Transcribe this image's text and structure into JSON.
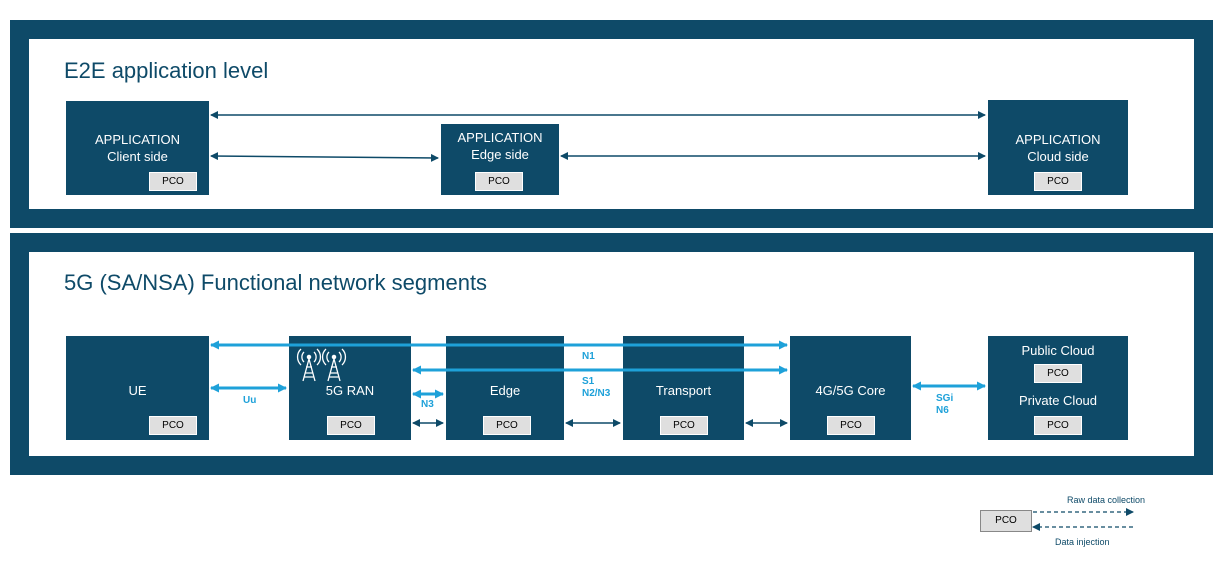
{
  "e2e": {
    "title": "E2E application level",
    "client": {
      "line1": "APPLICATION",
      "line2": "Client side",
      "pco": "PCO"
    },
    "edge": {
      "line1": "APPLICATION",
      "line2": "Edge side",
      "pco": "PCO"
    },
    "cloud": {
      "line1": "APPLICATION",
      "line2": "Cloud side",
      "pco": "PCO"
    }
  },
  "network": {
    "title": "5G (SA/NSA) Functional network segments",
    "ue": {
      "label": "UE",
      "pco": "PCO"
    },
    "ran": {
      "label": "5G RAN",
      "pco": "PCO",
      "icon": "antenna-tower-icon"
    },
    "edge": {
      "label": "Edge",
      "pco": "PCO"
    },
    "transport": {
      "label": "Transport",
      "pco": "PCO"
    },
    "core": {
      "label": "4G/5G Core",
      "pco": "PCO"
    },
    "cloud": {
      "public": "Public Cloud",
      "private": "Private Cloud",
      "pco_public": "PCO",
      "pco_private": "PCO"
    },
    "interfaces": {
      "uu": "Uu",
      "n3": "N3",
      "n1": "N1",
      "s1": "S1",
      "n2n3": "N2/N3",
      "sgi": "SGi",
      "n6": "N6"
    }
  },
  "legend": {
    "pco": "PCO",
    "raw": "Raw data collection",
    "injection": "Data injection"
  },
  "colors": {
    "dark": "#0e4a68",
    "accent": "#1ea1d9",
    "pco_bg": "#dfdfdf"
  }
}
